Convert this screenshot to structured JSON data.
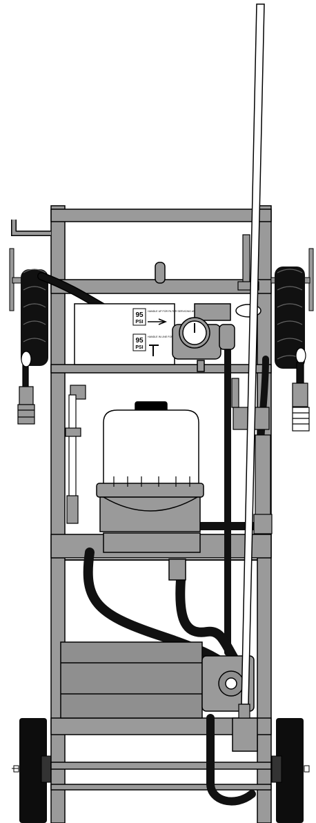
{
  "colors": {
    "frame": "#9a9a9a",
    "frame_dark": "#6e6e6e",
    "hose": "#111111",
    "outline": "#000000",
    "panel": "#ffffff",
    "tank": "#ffffff",
    "machine": "#8f8f8f",
    "wheel": "#0d0d0d"
  },
  "icons": [
    "pressure-gauge-icon",
    "ball-valve-icon",
    "quick-coupler-icon"
  ],
  "decal": {
    "top_psi": "95",
    "top_unit": "PSI",
    "top_text": "HANDLE UP FOR FILTER SERVICING AND DRAINING",
    "bottom_psi": "95",
    "bottom_unit": "PSI",
    "bottom_text": "HANDLE IN LINE FOR FLOW"
  }
}
